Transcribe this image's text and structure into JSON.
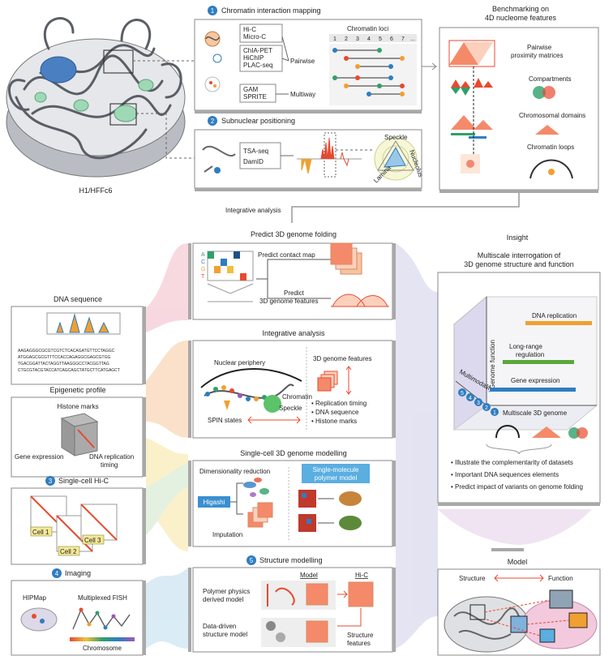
{
  "colors": {
    "accent_blue": "#2f7dc0",
    "nucleus_gray": "#c9ccd2",
    "pink": "#f4b9c7",
    "orange": "#f8c9a0",
    "yellow": "#f7e7a2",
    "green": "#cfe7c9",
    "lightblue": "#bcdcef",
    "purple": "#cfcde9",
    "heatmap_red": "#e84a2f",
    "heatmap_light": "#fbe1cf"
  },
  "cell": {
    "label": "H1/HFFc6"
  },
  "chromatin_mapping": {
    "step": "1",
    "title": "Chromatin interaction mapping",
    "group1": [
      "Hi-C",
      "Micro-C"
    ],
    "group2": [
      "ChIA-PET",
      "HiChIP",
      "PLAC-seq"
    ],
    "group3": [
      "GAM",
      "SPRITE"
    ],
    "pairwise": "Pairwise",
    "multiway": "Multiway",
    "loci_title": "Chromatin loci",
    "loci_numbers": [
      "1",
      "2",
      "3",
      "4",
      "5",
      "6",
      "7",
      "..."
    ]
  },
  "subnuclear": {
    "step": "2",
    "title": "Subnuclear positioning",
    "methods": [
      "TSA-seq",
      "DamID"
    ],
    "radar_labels": [
      "Speckle",
      "Lamina",
      "Nucleolus"
    ]
  },
  "benchmarking": {
    "title": "Benchmarking on 4D nucleome features",
    "items": [
      "Pairwise proximity matrices",
      "Compartments",
      "Chromosomal domains",
      "Chromatin loops"
    ]
  },
  "integrative_label": "Integrative analysis",
  "predict": {
    "title": "Predict 3D genome folding",
    "letters": [
      "A",
      "C",
      "G",
      "T"
    ],
    "contact_map": "Predict contact map",
    "features": "Predict 3D genome features"
  },
  "integrative": {
    "title": "Integrative analysis",
    "periphery": "Nuclear periphery",
    "chromatin": "Chromatin",
    "speckle": "Speckle",
    "spin": "SPIN states",
    "features_title": "3D genome features",
    "bullets": [
      "Replication timing",
      "DNA sequence",
      "Histone marks"
    ]
  },
  "singlecell_model": {
    "title": "Single-cell 3D genome modelling",
    "dimred": "Dimensionality reduction",
    "higashi": "Higashi",
    "imputation": "Imputation",
    "single_molecule": "Single-molecule polymer model"
  },
  "structure_model": {
    "step": "5",
    "title": "Structure modelling",
    "model": "Model",
    "hic": "Hi-C",
    "polymer": "Polymer physics derived model",
    "datadriven": "Data-driven structure model",
    "features": "Structure features"
  },
  "left_panels": {
    "dna_title": "DNA sequence",
    "epi_title": "Epigenetic profile",
    "histone": "Histone marks",
    "gene_expr": "Gene expression",
    "dna_rep": "DNA replication timing",
    "sc_step": "3",
    "sc_title": "Single-cell Hi-C",
    "cells": [
      "Cell 1",
      "Cell 2",
      "Cell 3"
    ],
    "img_step": "4",
    "img_title": "Imaging",
    "hipmap": "HIPMap",
    "fish": "Multiplexed FISH",
    "chromosome": "Chromosome",
    "dna_seq_lines": [
      "AAGAGGGCGCGTCGTCTCACAGATGTTCCTAGGC",
      "ATGGAGCGCGTTTCCACCAGAGGCGAGCGTGG",
      "TGACGGATTACTAGGTTAAGGGCCTACGGTTAG",
      "CTGCGTACGTACCATCAGCAGCTATGCTTCATGAGCT"
    ]
  },
  "insight": {
    "title": "Insight",
    "subtitle": "Multiscale interrogation of 3D genome structure and function",
    "axis_y": "Genome function",
    "axis_x": "Multiscale 3D genome",
    "axis_z": "Multimodality",
    "levels": [
      "DNA replication",
      "Long-range regulation",
      "Gene expression"
    ],
    "z_numbers": [
      "5",
      "4",
      "3",
      "2",
      "1"
    ],
    "bullets": [
      "Illustrate the complementarity of datasets",
      "Important DNA sequences elements",
      "Predict impact of variants on genome folding"
    ]
  },
  "model_panel": {
    "title": "Model",
    "structure": "Structure",
    "function": "Function"
  }
}
